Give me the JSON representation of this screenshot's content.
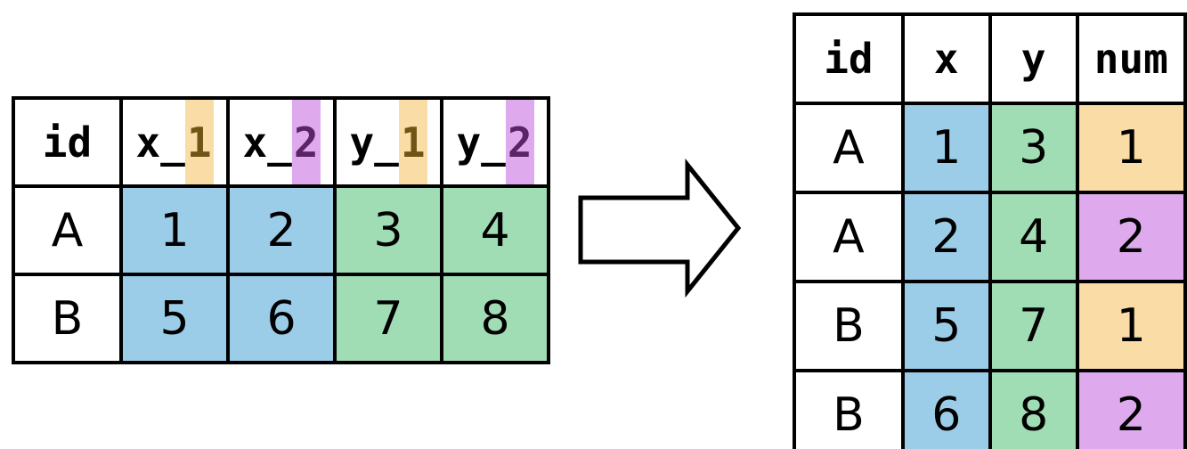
{
  "colors": {
    "blue": "#9BCDE9",
    "green": "#A0DCB4",
    "orange": "#FADCA6",
    "purple": "#DFA9EE",
    "header_digit_orange": "#6F5415",
    "header_digit_purple": "#5C2366",
    "border": "#000000"
  },
  "left_table": {
    "header": {
      "id": "id",
      "cols": [
        {
          "prefix": "x_",
          "digit": "1",
          "highlight": "orange"
        },
        {
          "prefix": "x_",
          "digit": "2",
          "highlight": "purple"
        },
        {
          "prefix": "y_",
          "digit": "1",
          "highlight": "orange"
        },
        {
          "prefix": "y_",
          "digit": "2",
          "highlight": "purple"
        }
      ]
    },
    "rows": [
      {
        "id": "A",
        "x_1": "1",
        "x_2": "2",
        "y_1": "3",
        "y_2": "4"
      },
      {
        "id": "B",
        "x_1": "5",
        "x_2": "6",
        "y_1": "7",
        "y_2": "8"
      }
    ]
  },
  "arrow": {
    "direction": "right"
  },
  "right_table": {
    "header": {
      "id": "id",
      "x": "x",
      "y": "y",
      "num": "num"
    },
    "rows": [
      {
        "id": "A",
        "x": "1",
        "y": "3",
        "num": "1",
        "num_color": "orange"
      },
      {
        "id": "A",
        "x": "2",
        "y": "4",
        "num": "2",
        "num_color": "purple"
      },
      {
        "id": "B",
        "x": "5",
        "y": "7",
        "num": "1",
        "num_color": "orange"
      },
      {
        "id": "B",
        "x": "6",
        "y": "8",
        "num": "2",
        "num_color": "purple"
      }
    ]
  }
}
